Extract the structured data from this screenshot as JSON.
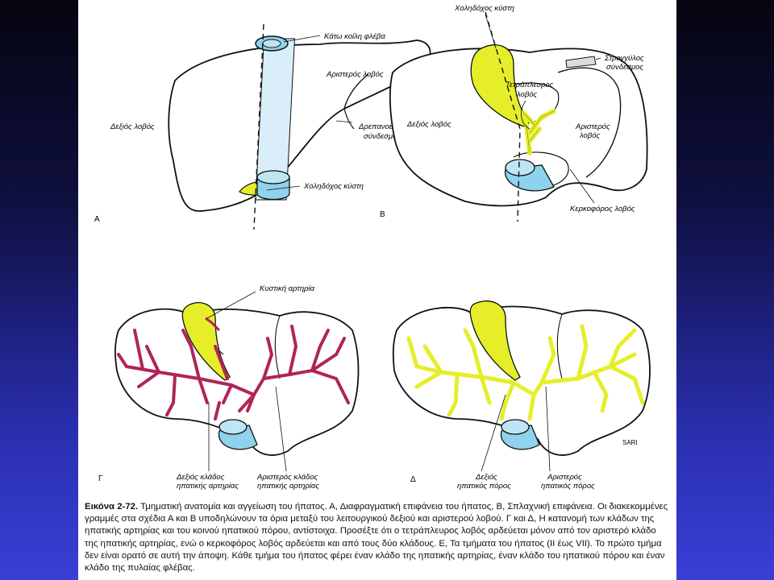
{
  "panels": {
    "a": {
      "letter": "Α",
      "labels": {
        "ivc": "Κάτω κοίλη φλέβα",
        "left_lobe": "Αριστερός λοβός",
        "right_lobe": "Δεξιός λοβός",
        "falciform": [
          "Δρεπανοειδής",
          "σύνδεσμος"
        ],
        "gallbladder": "Χοληδόχος κύστη"
      }
    },
    "b": {
      "letter": "Β",
      "labels": {
        "gallbladder": "Χοληδόχος κύστη",
        "round_ligament": [
          "Στρογγύλος",
          "σύνδεσμος"
        ],
        "quadrate": [
          "Τετράπλευρος",
          "λοβός"
        ],
        "right_lobe": "Δεξιός λοβός",
        "left_lobe": [
          "Αριστερός",
          "λοβός"
        ],
        "caudate": "Κερκοφόρος λοβός"
      }
    },
    "c": {
      "letter": "Γ",
      "labels": {
        "cystic_artery": "Κυστική αρτηρία",
        "right_branch": [
          "Δεξιός κλάδος",
          "ηπατικής αρτηρίας"
        ],
        "left_branch": [
          "Αριστερός κλάδος",
          "ηπατικής αρτηρίας"
        ]
      }
    },
    "d": {
      "letter": "Δ",
      "labels": {
        "right_duct": [
          "Δεξιός",
          "ηπατικός πόρος"
        ],
        "left_duct": [
          "Αριστερός",
          "ηπατικός πόρος"
        ],
        "signature": "SARI"
      }
    }
  },
  "caption": {
    "title": "Εικόνα 2-72.",
    "text": " Τμηματική ανατομία και αγγείωση του ήπατος. Α, Διαφραγματική επιφάνεια του ήπατος, Β, Σπλαχνική επιφάνεια. Οι διακεκομμένες γραμμές στα σχέδια Α και Β υποδηλώνουν τα όρια μεταξύ του λειτουργικού δεξιού και αριστερού λοβού. Γ και Δ, Η κατανομή των κλάδων της ηπατικής αρτηρίας και του κοινού ηπατικού πόρου, αντίστοιχα. Προσέξτε ότι ο τετράπλευρος λοβός αρδεύεται μόνον από τον αριστερό κλάδο της ηπατικής αρτηρίας, ενώ ο κερκοφόρος λοβός αρδεύεται και από τους δύο κλάδους. Ε, Τα τμήματα του ήπατος (ΙΙ έως VII). Το πρώτο τμήμα δεν είναι ορατό σε αυτή την άποψη. Κάθε τμήμα του ήπατος φέρει έναν κλάδο της ηπατικής αρτηρίας, έναν κλάδο του ηπατικού πόρου και έναν κλάδο της πυλαίας φλέβας."
  },
  "colors": {
    "bile_yellow": "#e6ee2a",
    "artery_red": "#b0245a",
    "vein_blue": "#8ed2ee",
    "ivc_light": "#d9eef8"
  }
}
